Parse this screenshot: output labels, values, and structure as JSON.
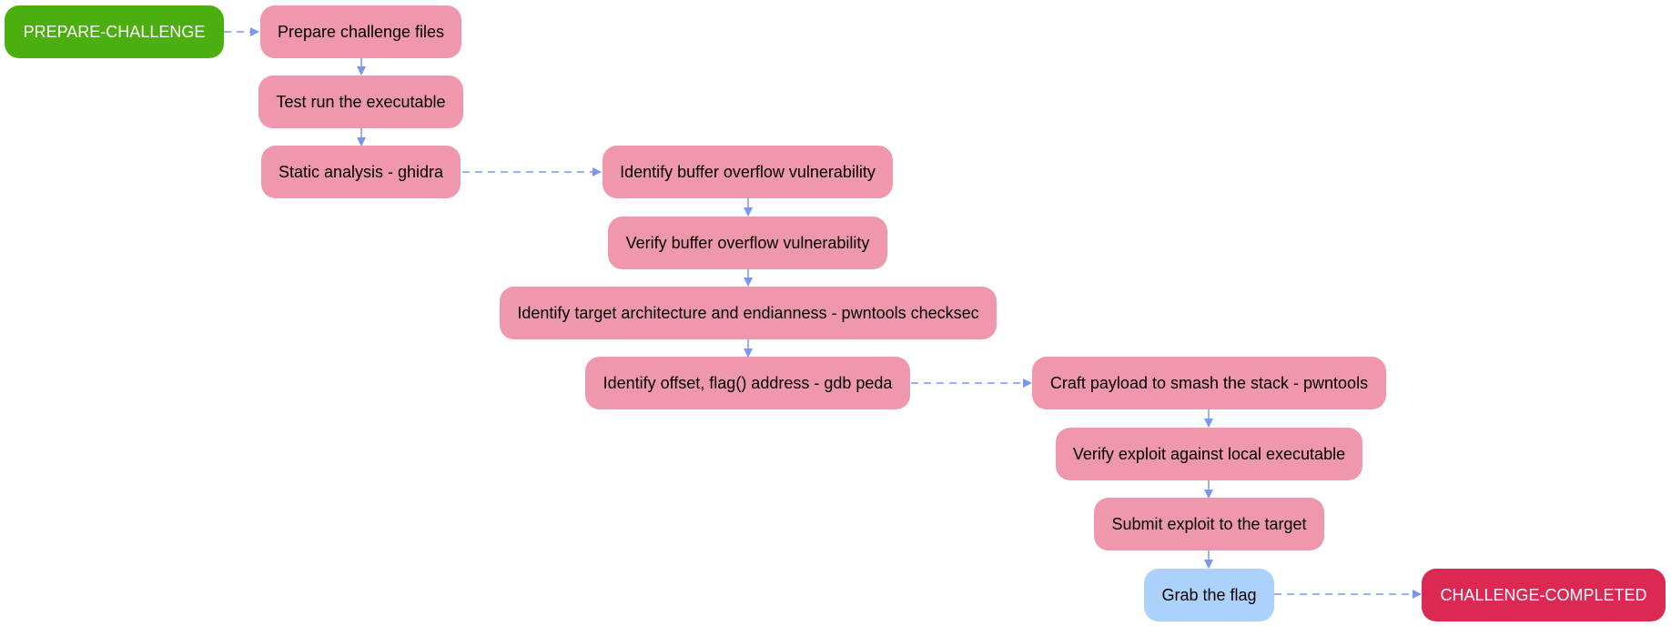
{
  "colors": {
    "start": "#4caf10",
    "task": "#ef97ad",
    "goal": "#acd2fc",
    "end": "#dc2954",
    "edge": "#7b96f2"
  },
  "nodes": {
    "prepare_challenge": "PREPARE-CHALLENGE",
    "prepare_files": "Prepare challenge files",
    "test_run": "Test run the executable",
    "static_analysis": "Static analysis - ghidra",
    "identify_bof": "Identify buffer overflow vulnerability",
    "verify_bof": "Verify buffer overflow vulnerability",
    "identify_arch": "Identify target architecture and endianness - pwntools checksec",
    "identify_offset": "Identify offset, flag() address - gdb peda",
    "craft_payload": "Craft payload to smash the stack - pwntools",
    "verify_exploit": "Verify exploit against local executable",
    "submit_exploit": "Submit exploit to the target",
    "grab_flag": "Grab the flag",
    "challenge_completed": "CHALLENGE-COMPLETED"
  }
}
